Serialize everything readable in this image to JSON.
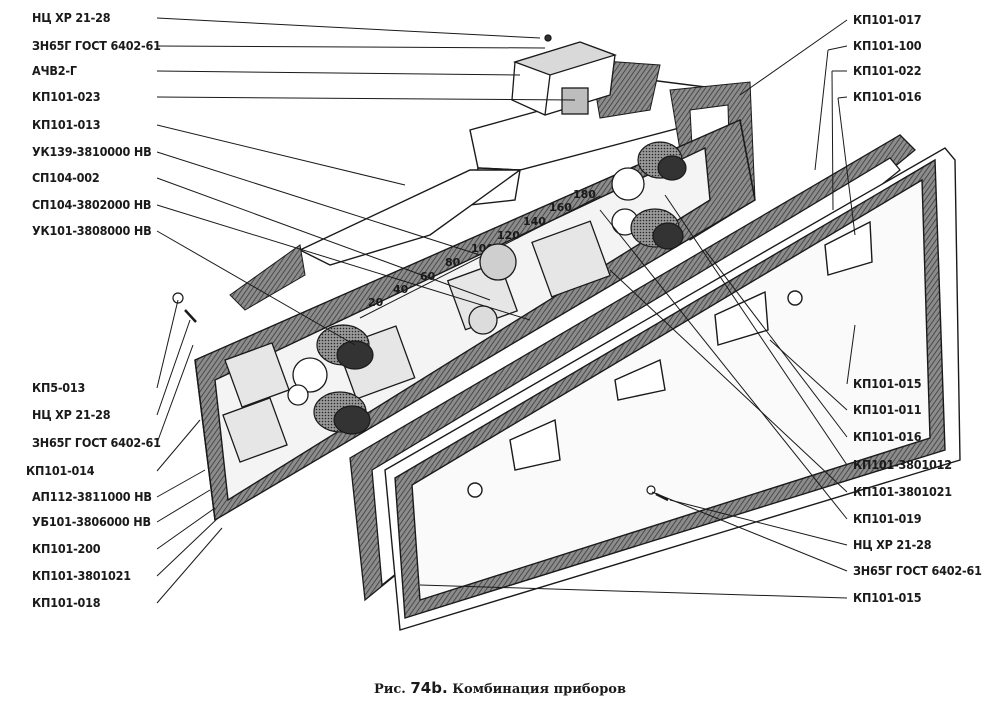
{
  "labels_left": [
    "НЦ ХР 21-28",
    "ЗН65Г ГОСТ 6402-61",
    "АЧВ2-Г",
    "КП101-023",
    "КП101-013",
    "УК139-3810000 НВ",
    "СП104-002",
    "СП104-3802000 НВ",
    "УК101-3808000 НВ",
    "КП5-013",
    "НЦ ХР 21-28",
    "ЗН65Г ГОСТ 6402-61",
    "КП101-014",
    "АП112-3811000 НВ",
    "УБ101-3806000 НВ",
    "КП101-200",
    "КП101-3801021",
    "КП101-018"
  ],
  "labels_right": [
    "КП101-017",
    "КП101-100",
    "КП101-022",
    "КП101-016",
    "КП101-015",
    "КП101-011",
    "КП101-016",
    "КП101-3801012",
    "КП101-3801021",
    "КП101-019",
    "НЦ ХР 21-28",
    "ЗН65Г ГОСТ 6402-61",
    "КП101-015"
  ],
  "caption": {
    "prefix": "Рис.",
    "number": "74b.",
    "title": "Комбинация приборов"
  },
  "scale_marks": [
    "20",
    "40",
    "60",
    "80",
    "100",
    "120",
    "140",
    "160",
    "180"
  ]
}
